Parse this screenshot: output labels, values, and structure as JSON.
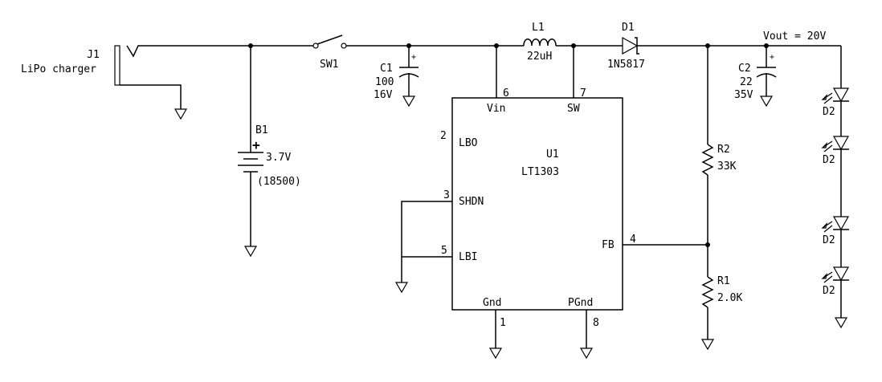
{
  "j1": {
    "ref": "J1",
    "value": "LiPo charger"
  },
  "b1": {
    "ref": "B1",
    "plus": "+",
    "value": "3.7V",
    "note": "(18500)"
  },
  "sw1": {
    "ref": "SW1"
  },
  "c1": {
    "ref": "C1",
    "plus": "+",
    "value": "100",
    "voltage": "16V"
  },
  "l1": {
    "ref": "L1",
    "value": "22uH"
  },
  "d1": {
    "ref": "D1",
    "value": "1N5817"
  },
  "vout": {
    "label": "Vout = 20V"
  },
  "c2": {
    "ref": "C2",
    "plus": "+",
    "value": "22",
    "voltage": "35V"
  },
  "u1": {
    "ref": "U1",
    "value": "LT1303",
    "pins": [
      {
        "num": "6",
        "name": "Vin"
      },
      {
        "num": "7",
        "name": "SW"
      },
      {
        "num": "2",
        "name": "LBO"
      },
      {
        "num": "3",
        "name": "SHDN"
      },
      {
        "num": "5",
        "name": "LBI"
      },
      {
        "num": "4",
        "name": "FB"
      },
      {
        "num": "1",
        "name": "Gnd"
      },
      {
        "num": "8",
        "name": "PGnd"
      }
    ]
  },
  "r2": {
    "ref": "R2",
    "value": "33K"
  },
  "r1": {
    "ref": "R1",
    "value": "2.0K"
  },
  "leds": [
    {
      "ref": "D2"
    },
    {
      "ref": "D2"
    },
    {
      "ref": "D2"
    },
    {
      "ref": "D2"
    }
  ]
}
